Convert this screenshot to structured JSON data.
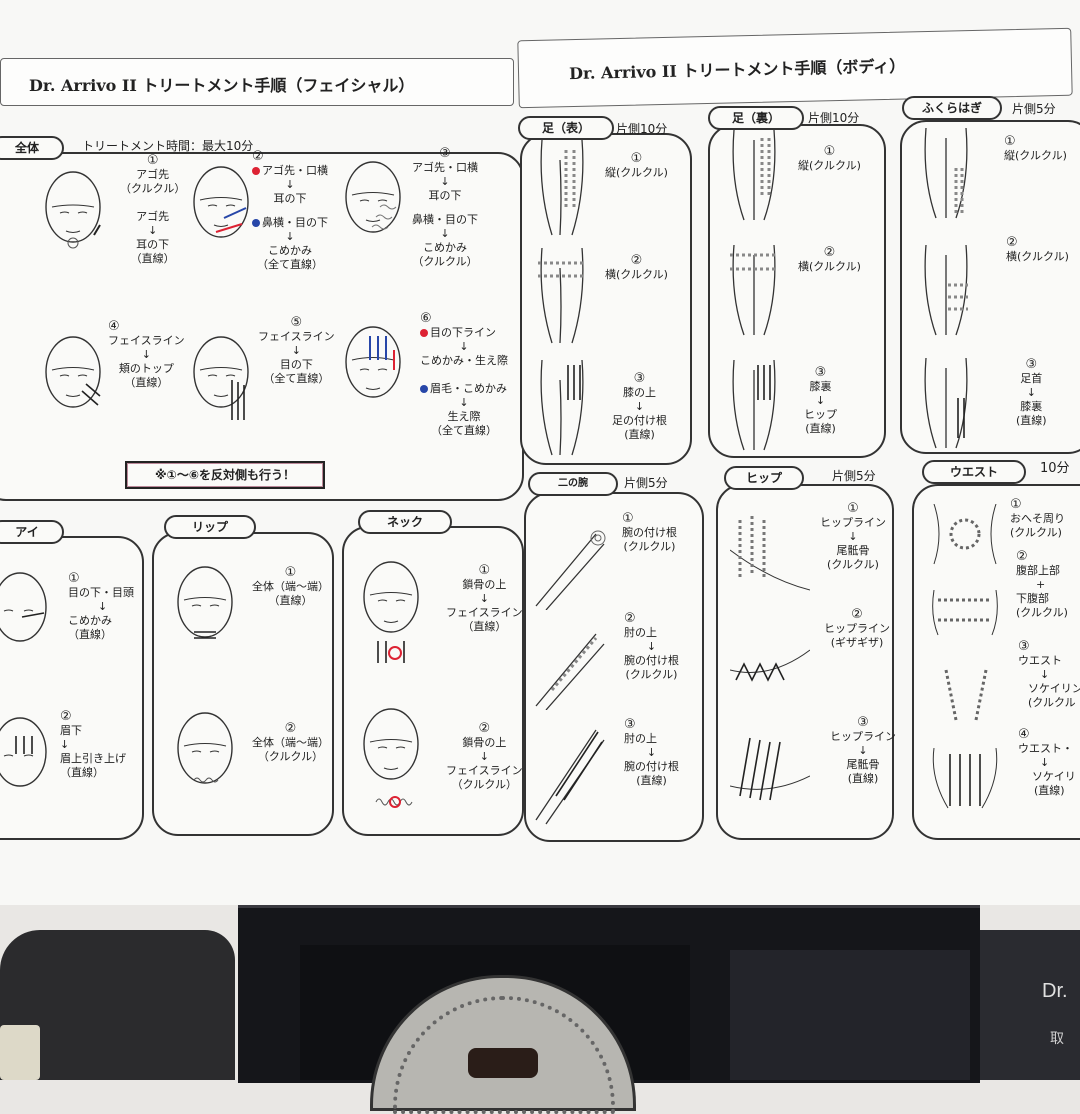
{
  "headers": {
    "facial": "Dr. Arrivo II トリートメント手順（フェイシャル）",
    "body": "Dr. Arrivo II トリートメント手順（ボディ）"
  },
  "facial": {
    "whole": {
      "tag": "全体",
      "time": "トリートメント時間：最大10分",
      "steps": [
        {
          "num": "①",
          "lines": [
            "アゴ先",
            "（クルクル）",
            "",
            "アゴ先",
            "↓",
            "耳の下",
            "（直線）"
          ]
        },
        {
          "num": "②",
          "lines": [
            "アゴ先・口横",
            "↓",
            "耳の下",
            "",
            "鼻横・目の下",
            "↓",
            "こめかみ",
            "（全て直線）"
          ]
        },
        {
          "num": "③",
          "lines": [
            "アゴ先・口横",
            "↓",
            "耳の下",
            "",
            "鼻横・目の下",
            "↓",
            "こめかみ",
            "（クルクル）"
          ]
        },
        {
          "num": "④",
          "lines": [
            "フェイスライン",
            "↓",
            "頬のトップ",
            "（直線）"
          ]
        },
        {
          "num": "⑤",
          "lines": [
            "フェイスライン",
            "↓",
            "目の下",
            "（全て直線）"
          ]
        },
        {
          "num": "⑥",
          "lines": [
            "目の下ライン",
            "↓",
            "こめかみ・生え際",
            "",
            "眉毛・こめかみ",
            "↓",
            "生え際",
            "（全て直線）"
          ]
        }
      ],
      "note": "※①～⑥を反対側も行う！"
    },
    "eye": {
      "tag": "アイ",
      "steps": [
        {
          "num": "①",
          "lines": [
            "目の下・目頭",
            "↓",
            "こめかみ",
            "（直線）"
          ]
        },
        {
          "num": "②",
          "lines": [
            "眉下",
            "↓",
            "眉上引き上げ",
            "（直線）"
          ]
        }
      ]
    },
    "lip": {
      "tag": "リップ",
      "steps": [
        {
          "num": "①",
          "lines": [
            "全体（端～端）",
            "（直線）"
          ]
        },
        {
          "num": "②",
          "lines": [
            "全体（端～端）",
            "（クルクル）"
          ]
        }
      ]
    },
    "neck": {
      "tag": "ネック",
      "steps": [
        {
          "num": "①",
          "lines": [
            "鎖骨の上",
            "↓",
            "フェイスライン",
            "（直線）"
          ]
        },
        {
          "num": "②",
          "lines": [
            "鎖骨の上",
            "↓",
            "フェイスライン",
            "（クルクル）"
          ]
        }
      ]
    }
  },
  "body": {
    "leg_front": {
      "tag": "足（表）",
      "time": "片側10分",
      "steps": [
        {
          "num": "①",
          "lines": [
            "縦(クルクル)"
          ]
        },
        {
          "num": "②",
          "lines": [
            "横(クルクル)"
          ]
        },
        {
          "num": "③",
          "lines": [
            "膝の上",
            "↓",
            "足の付け根",
            "(直線)"
          ]
        }
      ]
    },
    "leg_back": {
      "tag": "足（裏）",
      "time": "片側10分",
      "steps": [
        {
          "num": "①",
          "lines": [
            "縦(クルクル)"
          ]
        },
        {
          "num": "②",
          "lines": [
            "横(クルクル)"
          ]
        },
        {
          "num": "③",
          "lines": [
            "膝裏",
            "↓",
            "ヒップ",
            "(直線)"
          ]
        }
      ]
    },
    "calf": {
      "tag": "ふくらはぎ",
      "time": "片側5分",
      "steps": [
        {
          "num": "①",
          "lines": [
            "縦(クルクル)"
          ]
        },
        {
          "num": "②",
          "lines": [
            "横(クルクル)"
          ]
        },
        {
          "num": "③",
          "lines": [
            "足首",
            "↓",
            "膝裏",
            "(直線)"
          ]
        }
      ]
    },
    "arm": {
      "tag": "二の腕",
      "time": "片側5分",
      "steps": [
        {
          "num": "①",
          "lines": [
            "腕の付け根",
            "(クルクル)"
          ]
        },
        {
          "num": "②",
          "lines": [
            "肘の上",
            "↓",
            "腕の付け根",
            "(クルクル)"
          ]
        },
        {
          "num": "③",
          "lines": [
            "肘の上",
            "↓",
            "腕の付け根",
            "(直線)"
          ]
        }
      ]
    },
    "hip": {
      "tag": "ヒップ",
      "time": "片側5分",
      "steps": [
        {
          "num": "①",
          "lines": [
            "ヒップライン",
            "↓",
            "尾骶骨",
            "(クルクル)"
          ]
        },
        {
          "num": "②",
          "lines": [
            "ヒップライン",
            "(ギザギザ)"
          ]
        },
        {
          "num": "③",
          "lines": [
            "ヒップライン",
            "↓",
            "尾骶骨",
            "(直線)"
          ]
        }
      ]
    },
    "waist": {
      "tag": "ウエスト",
      "time": "10分",
      "steps": [
        {
          "num": "①",
          "lines": [
            "おへそ周り",
            "(クルクル)"
          ]
        },
        {
          "num": "②",
          "lines": [
            "腹部上部",
            "+",
            "下腹部",
            "(クルクル)"
          ]
        },
        {
          "num": "③",
          "lines": [
            "ウエスト",
            "↓",
            "ソケイリン",
            "(クルクル"
          ]
        },
        {
          "num": "④",
          "lines": [
            "ウエスト・",
            "↓",
            "ソケイリ",
            "(直線)"
          ]
        }
      ]
    }
  },
  "box_label": "Dr.",
  "box_sub": "取",
  "colors": {
    "red_dot": "#dd2233",
    "blue_dot": "#2746a8",
    "paper": "#f8f8f6",
    "box": "#1c1c1f"
  }
}
